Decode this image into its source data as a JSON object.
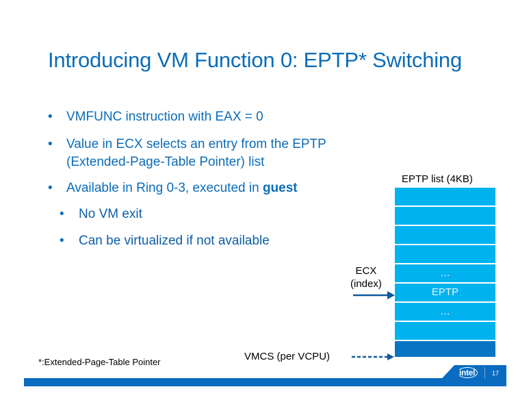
{
  "slide": {
    "title": "Introducing VM Function 0: EPTP* Switching",
    "bullets": [
      {
        "level": 1,
        "text": "VMFUNC instruction with EAX = 0"
      },
      {
        "level": 1,
        "text": "Value in ECX selects an entry from the EPTP",
        "continuation": "(Extended-Page-Table Pointer) list"
      },
      {
        "level": 1,
        "text": "Available in Ring 0-3, executed in ",
        "bold_suffix": "guest"
      },
      {
        "level": 2,
        "text": "No VM exit"
      },
      {
        "level": 2,
        "text": "Can be virtualized if not available"
      }
    ],
    "bullet_glyph": "•",
    "diagram": {
      "list_label": "EPTP list (4KB)",
      "rows": [
        "",
        "",
        "",
        "",
        "…",
        "EPTP",
        "…",
        ""
      ],
      "vmcs_row": "",
      "ecx_label_line1": "ECX",
      "ecx_label_line2": "(index)",
      "vmcs_label": "VMCS (per VCPU)"
    },
    "footnote": "*:Extended-Page-Table Pointer",
    "footer": {
      "logo_text": "intel",
      "page_number": "17"
    },
    "colors": {
      "title": "#0b6cb8",
      "list_row": "#00b3ef",
      "vmcs_row": "#0a74c4",
      "arrow": "#0a5a9c",
      "footer_bar": "#0a6cc0"
    }
  }
}
